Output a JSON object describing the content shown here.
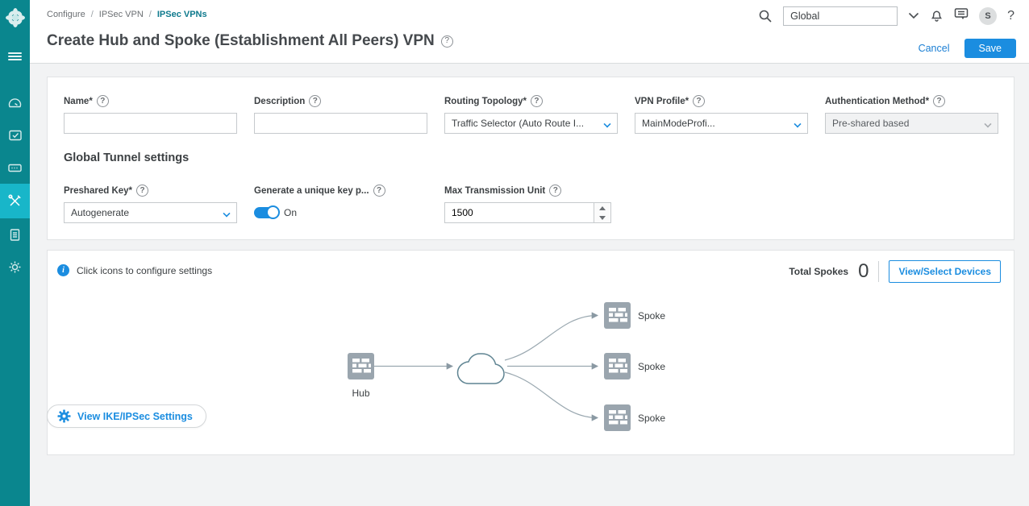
{
  "colors": {
    "sidebar_teal": "#0a868e",
    "sidebar_active": "#18b6c9",
    "accent_blue": "#1b8de0",
    "breadcrumb_active": "#0f7a8d",
    "node_gray": "#9aa5ae"
  },
  "glyphs": {
    "help": "?",
    "info": "i"
  },
  "sidebar": {
    "items": [
      {
        "name": "logo"
      },
      {
        "name": "menu"
      },
      {
        "name": "dashboard"
      },
      {
        "name": "monitor"
      },
      {
        "name": "devices"
      },
      {
        "name": "configure",
        "active": true
      },
      {
        "name": "reports"
      },
      {
        "name": "administration"
      }
    ]
  },
  "header": {
    "breadcrumb": {
      "0": "Configure",
      "1": "IPSec VPN",
      "2": "IPSec VPNs",
      "separator": "/"
    },
    "title": "Create Hub and Spoke (Establishment All Peers) VPN",
    "search": {
      "value": "Global"
    },
    "avatar_initial": "S",
    "cancel_label": "Cancel",
    "save_label": "Save"
  },
  "form": {
    "fields": {
      "name": {
        "label": "Name*",
        "value": ""
      },
      "description": {
        "label": "Description",
        "value": ""
      },
      "routing_topology": {
        "label": "Routing Topology*",
        "value": "Traffic Selector (Auto Route I..."
      },
      "vpn_profile": {
        "label": "VPN Profile*",
        "value": "MainModeProfi..."
      },
      "auth_method": {
        "label": "Authentication Method*",
        "value": "Pre-shared based"
      }
    },
    "section_title": "Global Tunnel settings",
    "tunnel": {
      "preshared_key": {
        "label": "Preshared Key*",
        "value": "Autogenerate"
      },
      "unique_key": {
        "label": "Generate a unique key p...",
        "state_label": "On"
      },
      "mtu": {
        "label": "Max Transmission Unit",
        "value": "1500"
      }
    }
  },
  "topology": {
    "hint": "Click icons to configure settings",
    "total_spokes_label": "Total Spokes",
    "total_spokes_value": "0",
    "view_select_devices_label": "View/Select Devices",
    "hub_label": "Hub",
    "spokes": {
      "0": "Spoke",
      "1": "Spoke",
      "2": "Spoke"
    }
  },
  "footer": {
    "view_ike_label": "View IKE/IPSec Settings"
  }
}
